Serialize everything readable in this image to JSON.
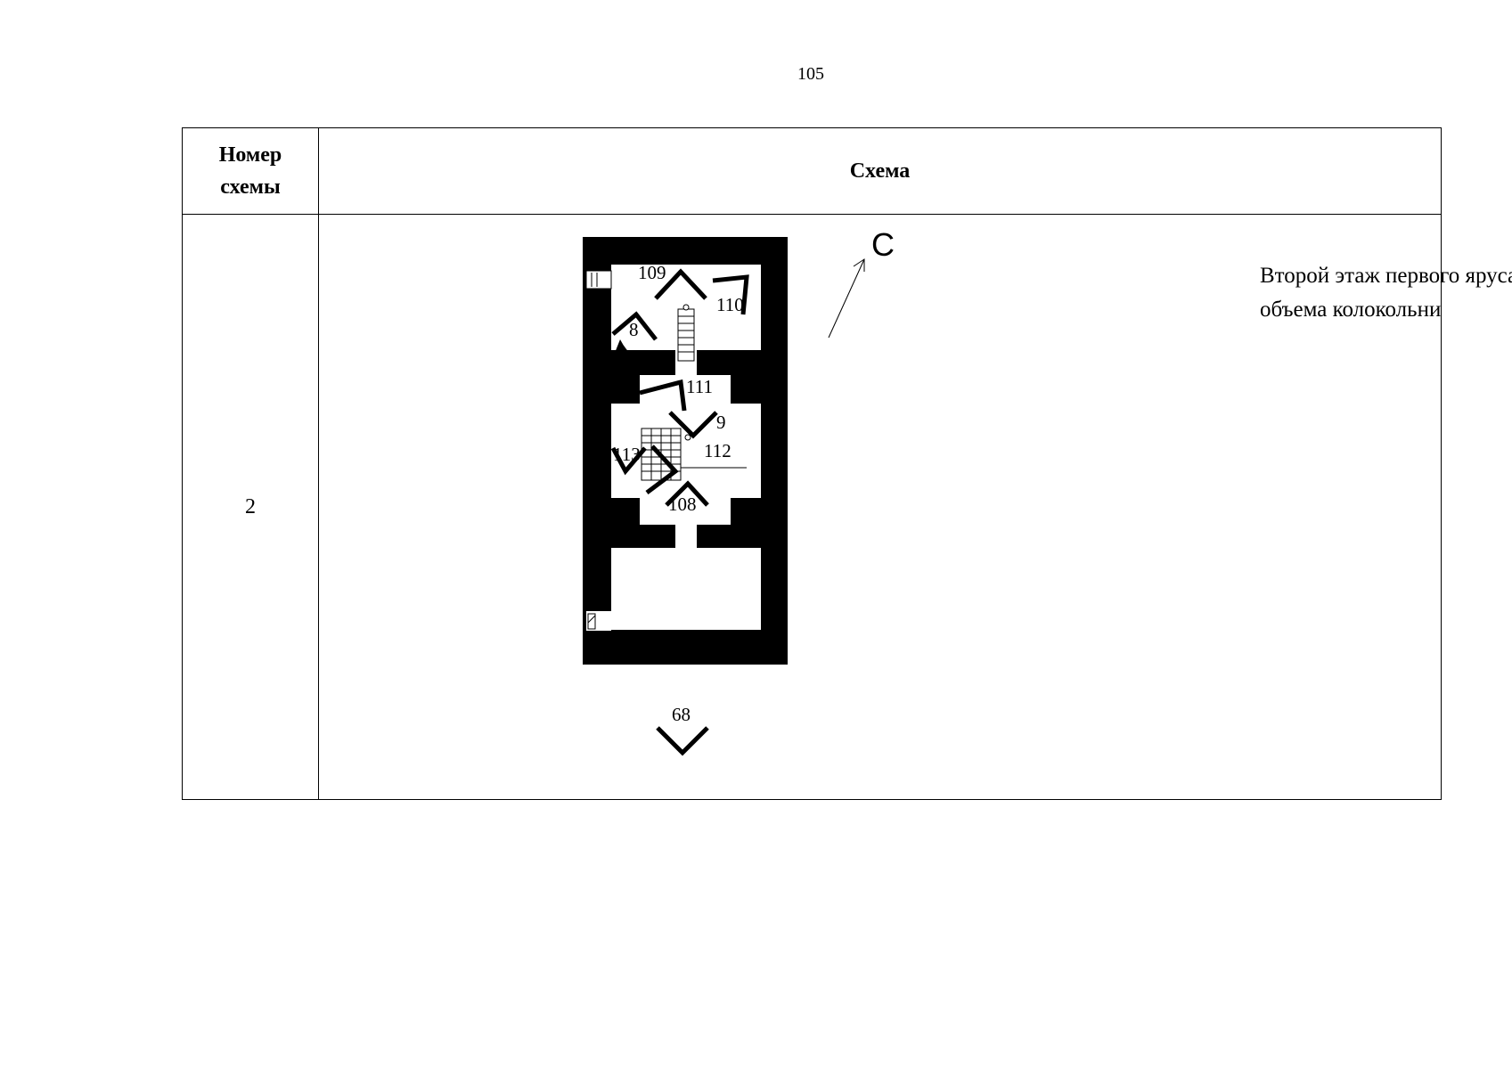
{
  "page_number": "105",
  "table": {
    "headers": {
      "number_line1": "Номер",
      "number_line2": "схемы",
      "scheme": "Схема"
    },
    "rows": [
      {
        "number": "2",
        "caption_line1": "Второй этаж первого яруса",
        "caption_line2": "объема колокольни"
      }
    ]
  },
  "plan": {
    "north_letter": "С",
    "view_labels": [
      "109",
      "110",
      "8",
      "111",
      "9",
      "113",
      "112",
      "108",
      "68"
    ]
  }
}
